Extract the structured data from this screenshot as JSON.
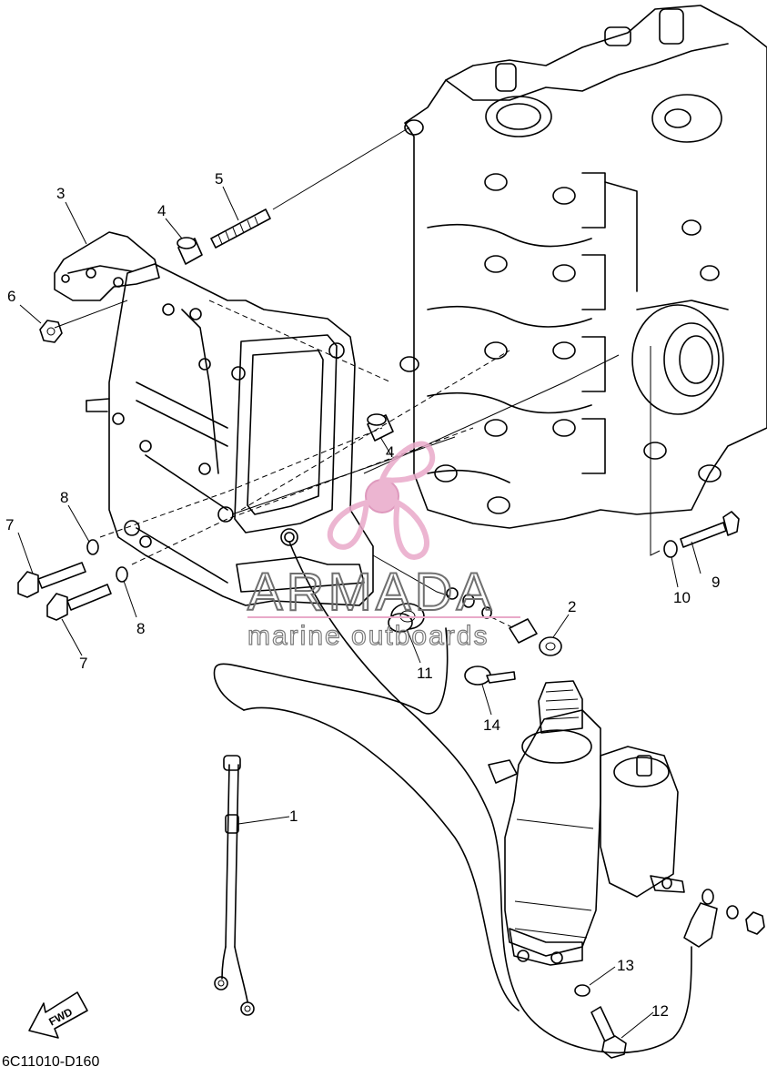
{
  "diagram": {
    "drawing_code": "6C11010-D160",
    "callouts": {
      "c1": "1",
      "c2": "2",
      "c3": "3",
      "c4a": "4",
      "c4b": "4",
      "c5": "5",
      "c6": "6",
      "c7a": "7",
      "c7b": "7",
      "c8a": "8",
      "c8b": "8",
      "c9": "9",
      "c10": "10",
      "c11": "11",
      "c12": "12",
      "c13": "13",
      "c14": "14"
    },
    "fwd_arrow": "FWD",
    "watermark": {
      "title": "ARMADA",
      "subtitle": "marine outboards",
      "logo_color": "#e9a9c9",
      "text_color": "#6f6f6f"
    },
    "icons": {
      "fwd": "fwd-arrow-icon",
      "logo": "propeller-logo-icon"
    }
  }
}
